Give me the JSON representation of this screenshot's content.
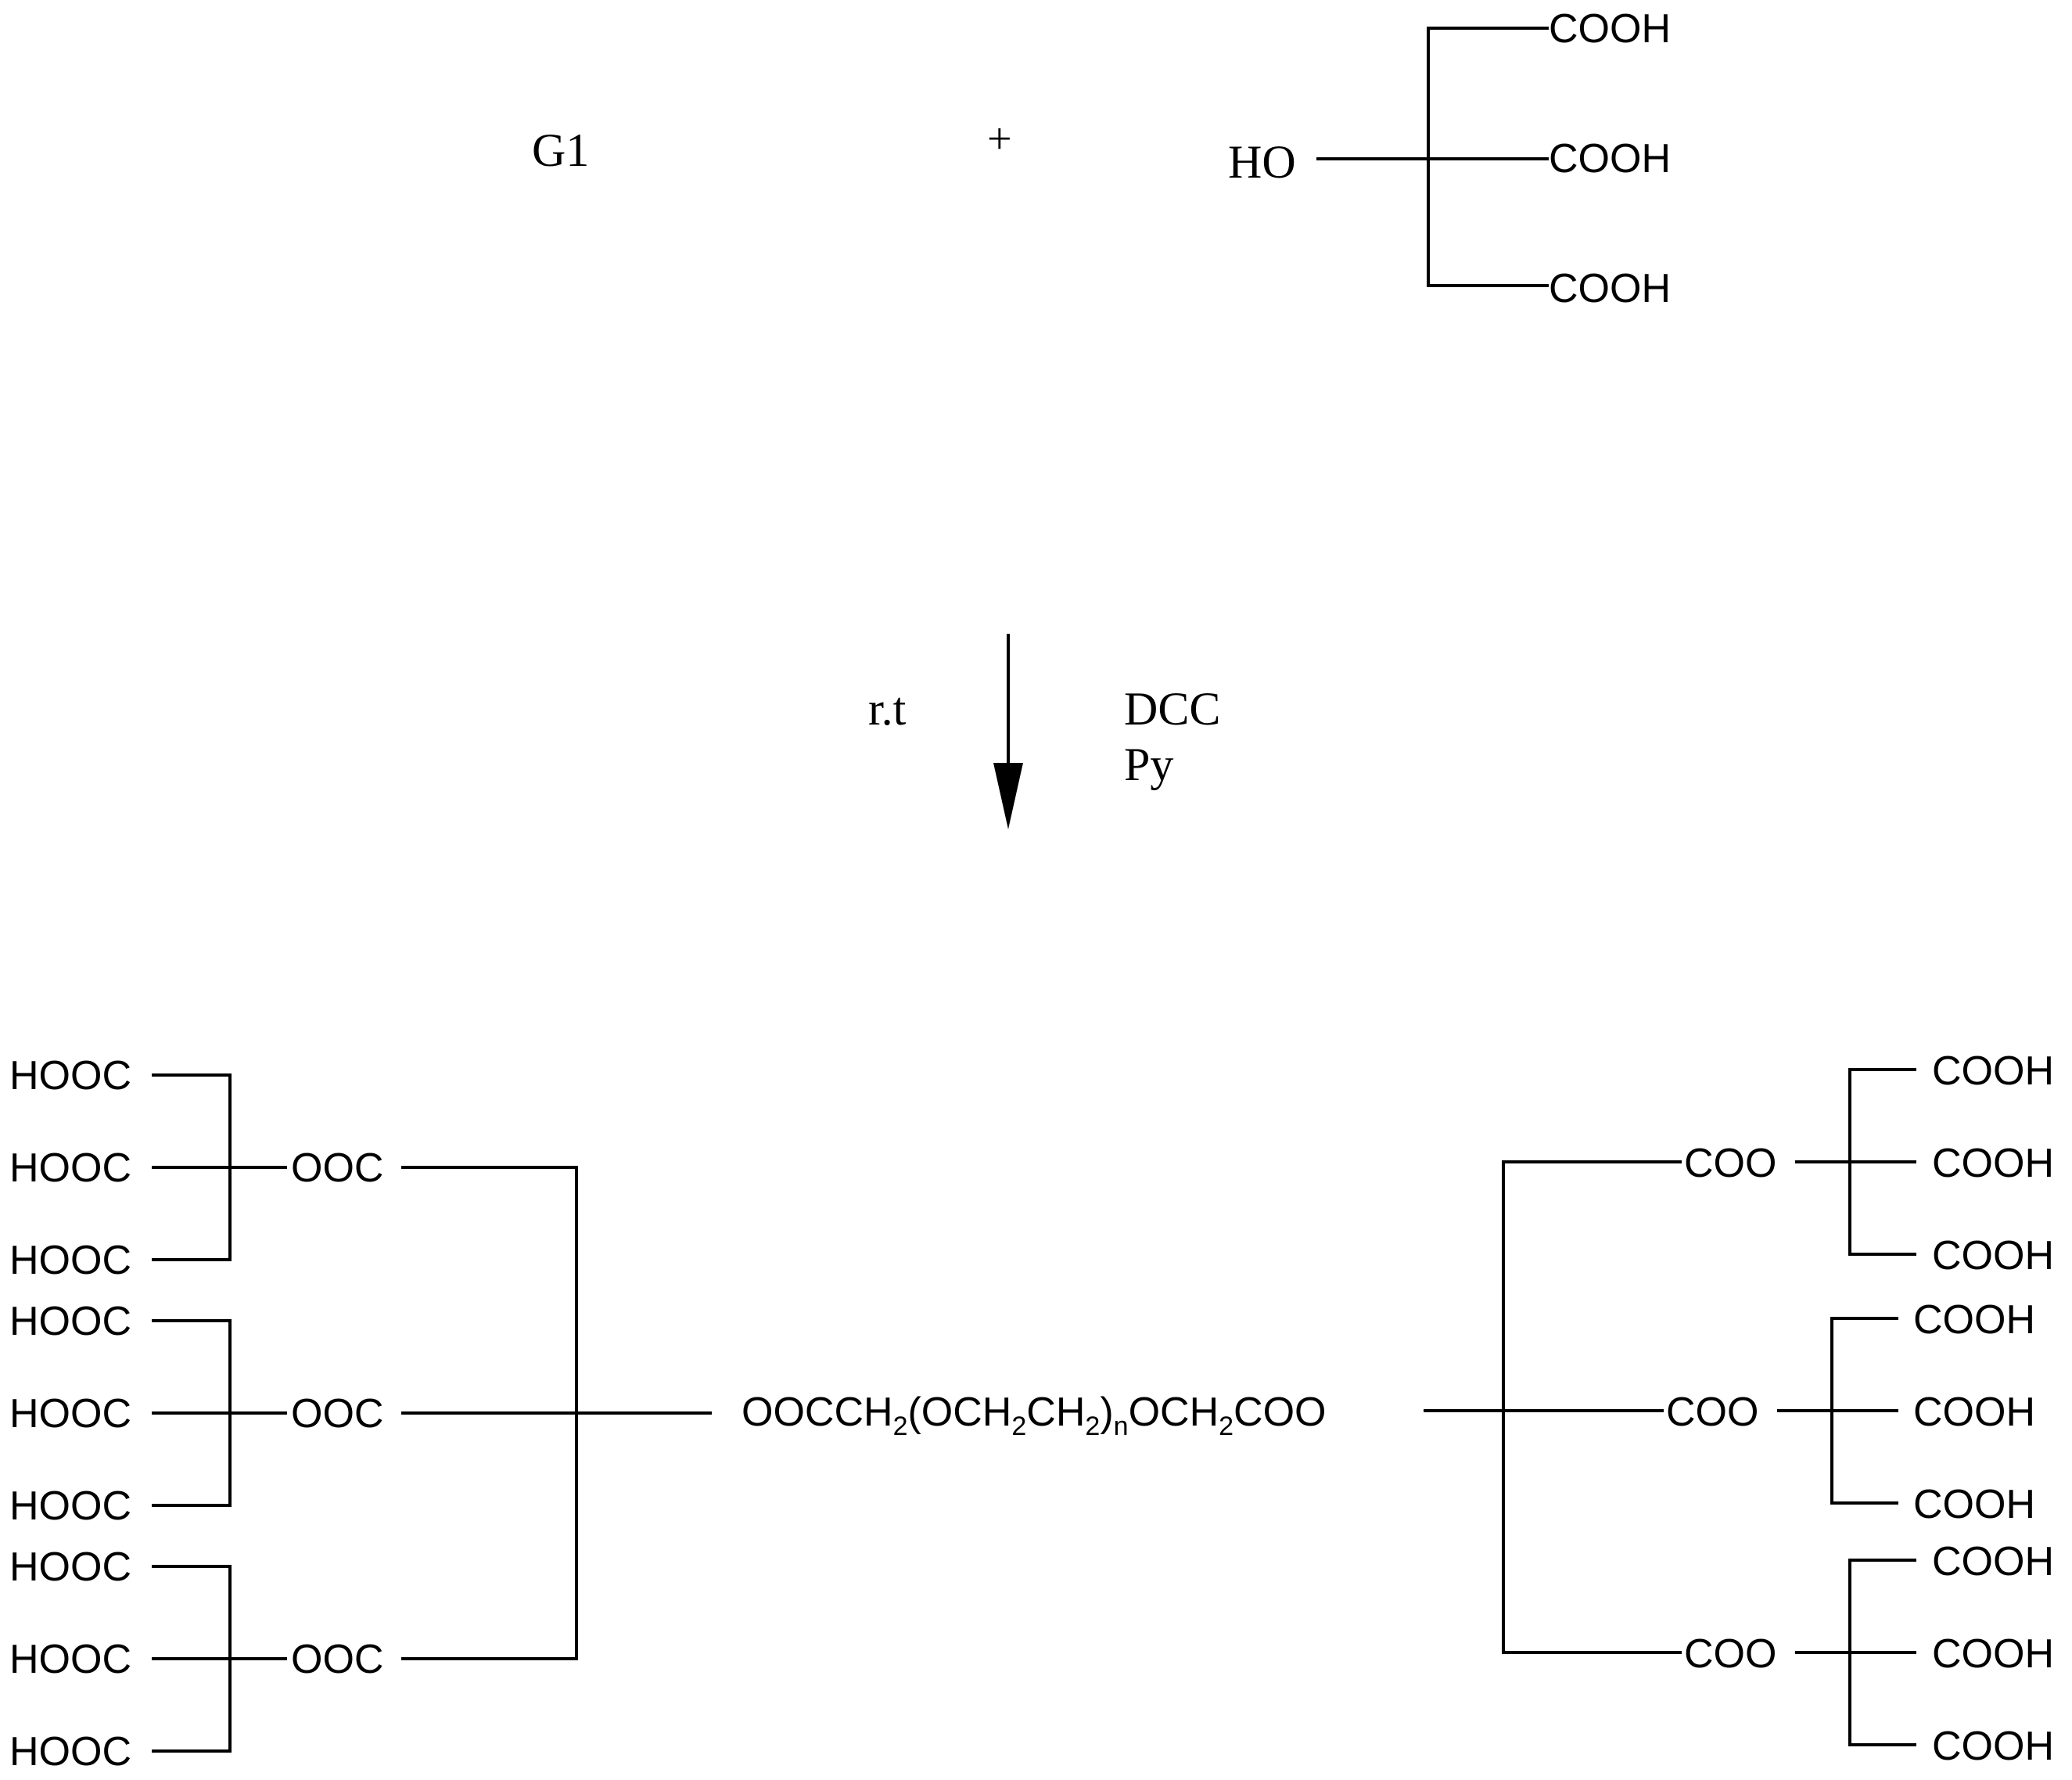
{
  "reactants": {
    "g1_label": "G1",
    "plus_sign": "+",
    "ho_label": "HO",
    "cooh_labels": [
      "COOH",
      "COOH",
      "COOH"
    ]
  },
  "conditions": {
    "temperature": "r.t",
    "reagent_1": "DCC",
    "reagent_2": "Py"
  },
  "product": {
    "core": {
      "p1": "OOCCH",
      "s1": "2",
      "p2": "(OCH",
      "s2": "2",
      "p3": "CH",
      "s3": "2",
      "p4": ")",
      "s4": "n",
      "p5": "OCH",
      "s5": "2",
      "p6": "COO"
    },
    "left_branches": [
      {
        "ester": "OOC",
        "acids": [
          "HOOC",
          "HOOC",
          "HOOC"
        ]
      },
      {
        "ester": "OOC",
        "acids": [
          "HOOC",
          "HOOC",
          "HOOC"
        ]
      },
      {
        "ester": "OOC",
        "acids": [
          "HOOC",
          "HOOC",
          "HOOC"
        ]
      }
    ],
    "right_branches": [
      {
        "ester": "COO",
        "acids": [
          "COOH",
          "COOH",
          "COOH"
        ]
      },
      {
        "ester": "COO",
        "acids": [
          "COOH",
          "COOH",
          "COOH"
        ]
      },
      {
        "ester": "COO",
        "acids": [
          "COOH",
          "COOH",
          "COOH"
        ]
      }
    ]
  },
  "colors": {
    "ink": "#000000",
    "background": "#ffffff"
  }
}
